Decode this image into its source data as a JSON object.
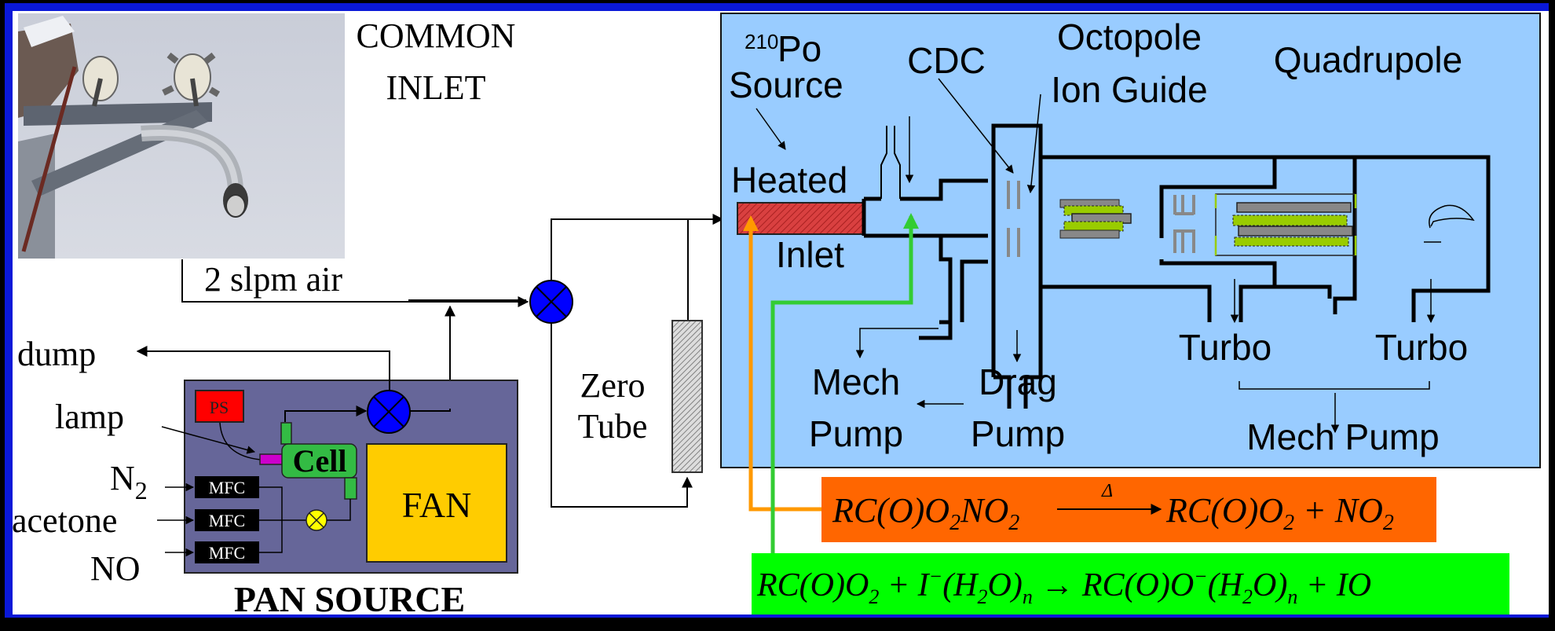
{
  "common_inlet": {
    "title_line1": "COMMON",
    "title_line2": "INLET",
    "photo_alt": "inlet-photo",
    "flow_label": "2 slpm air"
  },
  "pan_source": {
    "title": "PAN SOURCE",
    "ps_label": "PS",
    "cell_label": "Cell",
    "fan_label": "FAN",
    "mfc_labels": [
      "MFC",
      "MFC",
      "MFC"
    ],
    "inputs": [
      "N",
      "acetone",
      "NO"
    ],
    "n2_subscript": "2",
    "lamp_label": "lamp",
    "dump_label": "dump"
  },
  "zero_tube": {
    "line1": "Zero",
    "line2": "Tube"
  },
  "ms": {
    "po_superscript": "210",
    "po_label": "Po",
    "source_label": "Source",
    "cdc_label": "CDC",
    "octopole_line1": "Octopole",
    "octopole_line2": "Ion Guide",
    "quadrupole_label": "Quadrupole",
    "heated_label": "Heated",
    "inlet_label": "Inlet",
    "turbo1": "Turbo",
    "turbo2": "Turbo",
    "mech1_line1": "Mech",
    "mech1_line2": "Pump",
    "drag_line1": "Drag",
    "drag_line2": "Pump",
    "mech2": "Mech Pump"
  },
  "reactions": {
    "thermal": {
      "lhs": "RC(O)O",
      "lhs_sub": "2",
      "lhs2": "NO",
      "lhs2_sub": "2",
      "arrow_label": "Δ",
      "rhs": "RC(O)O",
      "rhs_sub": "2",
      "rhs2": " + NO",
      "rhs2_sub": "2"
    },
    "ionization": {
      "text_a": "RC(O)O",
      "sub_a": "2",
      "text_b": " + I",
      "sup_b": "−",
      "text_c": "(H",
      "sub_c": "2",
      "text_d": "O)",
      "sub_d": "n",
      "arrow": " → ",
      "text_e": "RC(O)O",
      "sup_e": "−",
      "text_f": "(H",
      "sub_f": "2",
      "text_g": "O)",
      "sub_g": "n",
      "text_h": " + IO"
    }
  },
  "colors": {
    "ms_bg": "#99ccff",
    "pan_bg": "#666699",
    "fan": "#ffcc00",
    "ps": "#ff0000",
    "cell": "#33bb44",
    "valve": "#0000ff",
    "thermal_bg": "#ff6600",
    "ion_bg": "#00ff00",
    "orange_line": "#ff9900",
    "green_line": "#33cc33",
    "heated_inlet": "#cc3333"
  }
}
